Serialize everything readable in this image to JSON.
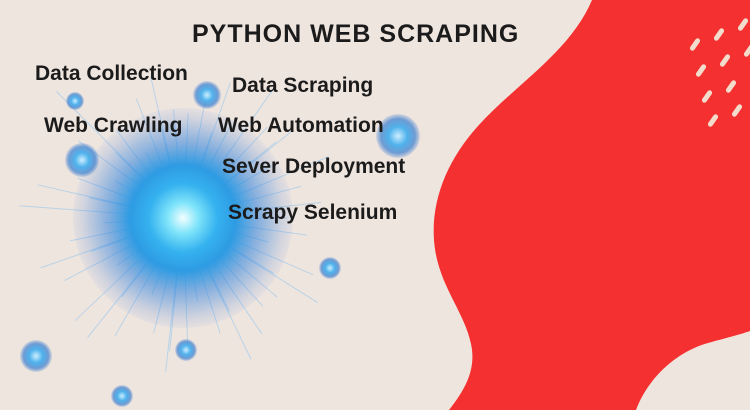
{
  "title": "PYTHON WEB SCRAPING",
  "labels": [
    {
      "id": "data-collection",
      "text": "Data Collection"
    },
    {
      "id": "data-scraping",
      "text": "Data Scraping"
    },
    {
      "id": "web-crawling",
      "text": "Web Crawling"
    },
    {
      "id": "web-automation",
      "text": "Web Automation"
    },
    {
      "id": "sever-deployment",
      "text": "Sever Deployment"
    },
    {
      "id": "scrapy-selenium",
      "text": "Scrapy Selenium"
    }
  ],
  "colors": {
    "background": "#EFE5DF",
    "blob": "#F43030",
    "dash": "#F3DCCC",
    "text": "#1B1B1B",
    "glow_core": "#7FE4FA",
    "glow_mid": "#2E9BE3",
    "ray": "#8CC4EE"
  }
}
